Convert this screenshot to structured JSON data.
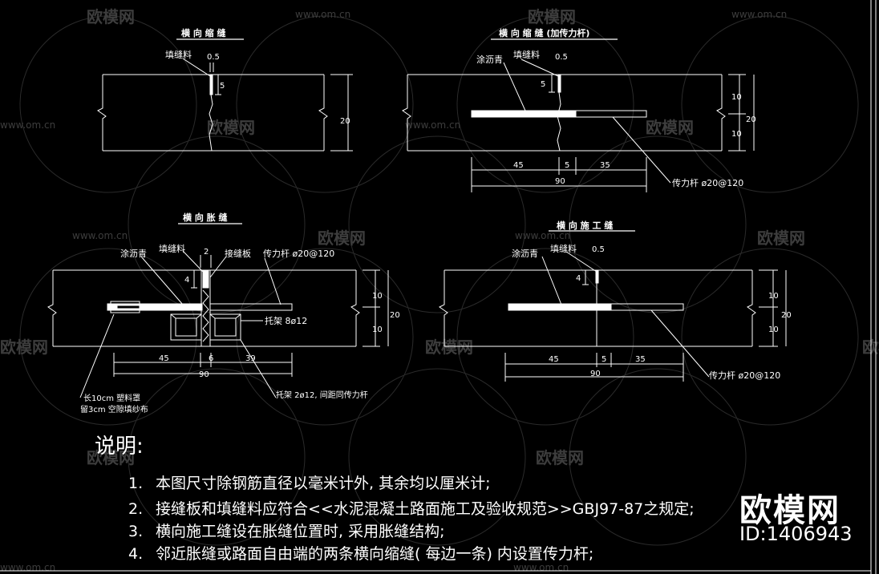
{
  "sections": {
    "s1": {
      "title": "横 向 缩 缝",
      "fill_label": "填缝料",
      "dim_top": "0.5",
      "dim_depth": "5",
      "dim_thick": "20"
    },
    "s2": {
      "title": "横 向 缩 缝 (加传力杆)",
      "asphalt_label": "涂沥青",
      "fill_label": "填缝料",
      "dim_top": "0.5",
      "dim_depth": "5",
      "dim_half1": "10",
      "dim_half2": "10",
      "dim_thick": "20",
      "dim_left": "45",
      "dim_mid": "5",
      "dim_right": "35",
      "dim_total": "90",
      "rod_label": "传力杆 ø20@120"
    },
    "s3": {
      "title": "横 向 胀 缝",
      "asphalt_label": "涂沥青",
      "fill_label": "填缝料",
      "dim_top": "2",
      "board_label": "接缝板",
      "rod_label": "传力杆 ø20@120",
      "dim_depth": "4",
      "dim_half1": "10",
      "dim_half2": "10",
      "dim_thick": "20",
      "frame_label": "托架 8ø12",
      "dim_left": "45",
      "dim_mid": "6",
      "dim_right": "39",
      "dim_total": "90",
      "cap_label_1": "长10cm 塑料罩",
      "cap_label_2": "留3cm 空隙填纱布",
      "bracket_label": "托架 2ø12, 间距同传力杆"
    },
    "s4": {
      "title": "横 向 施 工 缝",
      "asphalt_label": "涂沥青",
      "fill_label": "填缝料",
      "dim_top": "0.5",
      "dim_depth": "4",
      "dim_half1": "10",
      "dim_half2": "10",
      "dim_thick": "20",
      "dim_left": "45",
      "dim_mid": "5",
      "dim_right": "35",
      "dim_total": "90",
      "rod_label": "传力杆 ø20@120"
    }
  },
  "notes": {
    "title": "说明:",
    "items": [
      {
        "num": "1.",
        "text": "本图尺寸除钢筋直径以毫米计外, 其余均以厘米计;"
      },
      {
        "num": "2.",
        "text": "接缝板和填缝料应符合<<水泥混凝土路面施工及验收规范>>GBJ97-87之规定;"
      },
      {
        "num": "3.",
        "text": "横向施工缝设在胀缝位置时, 采用胀缝结构;"
      },
      {
        "num": "4.",
        "text": "邻近胀缝或路面自由端的两条横向缩缝( 每边一条) 内设置传力杆;"
      }
    ]
  },
  "watermark": {
    "brand": "欧模网",
    "id": "ID:1406943",
    "site": "www.om.cn"
  },
  "colors": {
    "background": "#000000",
    "lines": "#ffffff",
    "watermark": "#3a3a3a"
  }
}
